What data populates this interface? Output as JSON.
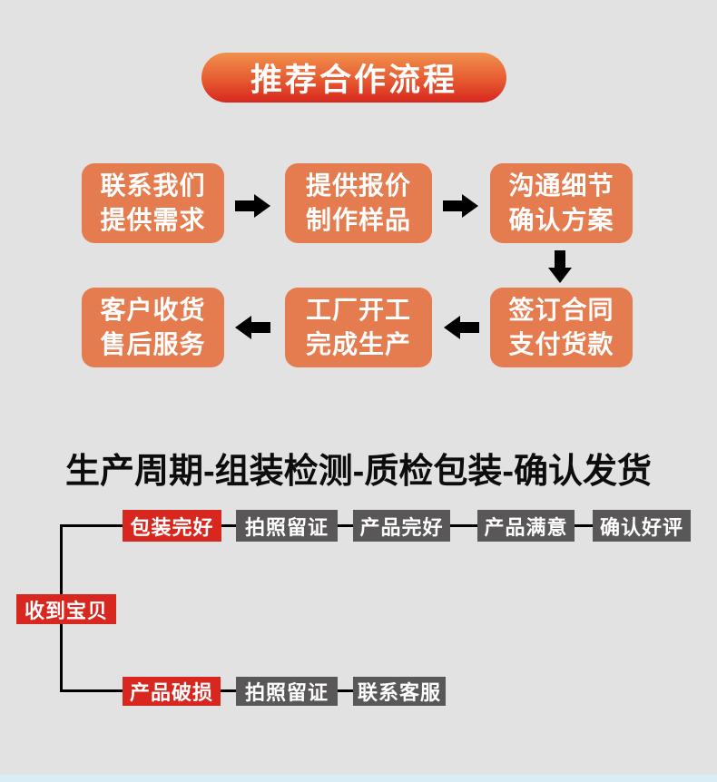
{
  "page": {
    "background_color": "#e3e2e2",
    "footer_bar_color": "#daedf6"
  },
  "banner": {
    "label": "推荐合作流程",
    "gradient_top": "#f1914d",
    "gradient_bottom": "#d7271d",
    "text_color": "#ffffff"
  },
  "cooperation_flow": {
    "box_color": "#e57c4f",
    "arrow_color": "#000000",
    "steps": [
      {
        "line1": "联系我们",
        "line2": "提供需求"
      },
      {
        "line1": "提供报价",
        "line2": "制作样品"
      },
      {
        "line1": "沟通细节",
        "line2": "确认方案"
      },
      {
        "line1": "签订合同",
        "line2": "支付货款"
      },
      {
        "line1": "工厂开工",
        "line2": "完成生产"
      },
      {
        "line1": "客户收货",
        "line2": "售后服务"
      }
    ]
  },
  "section_title": "生产周期-组装检测-质检包装-确认发货",
  "receive_flow": {
    "line_color": "#000000",
    "red_color": "#d7271f",
    "gray_color": "#595757",
    "root": {
      "label": "收到宝贝"
    },
    "branch_good": [
      {
        "label": "包装完好"
      },
      {
        "label": "拍照留证"
      },
      {
        "label": "产品完好"
      },
      {
        "label": "产品满意"
      },
      {
        "label": "确认好评"
      }
    ],
    "branch_damaged": [
      {
        "label": "产品破损"
      },
      {
        "label": "拍照留证"
      },
      {
        "label": "联系客服"
      }
    ]
  }
}
